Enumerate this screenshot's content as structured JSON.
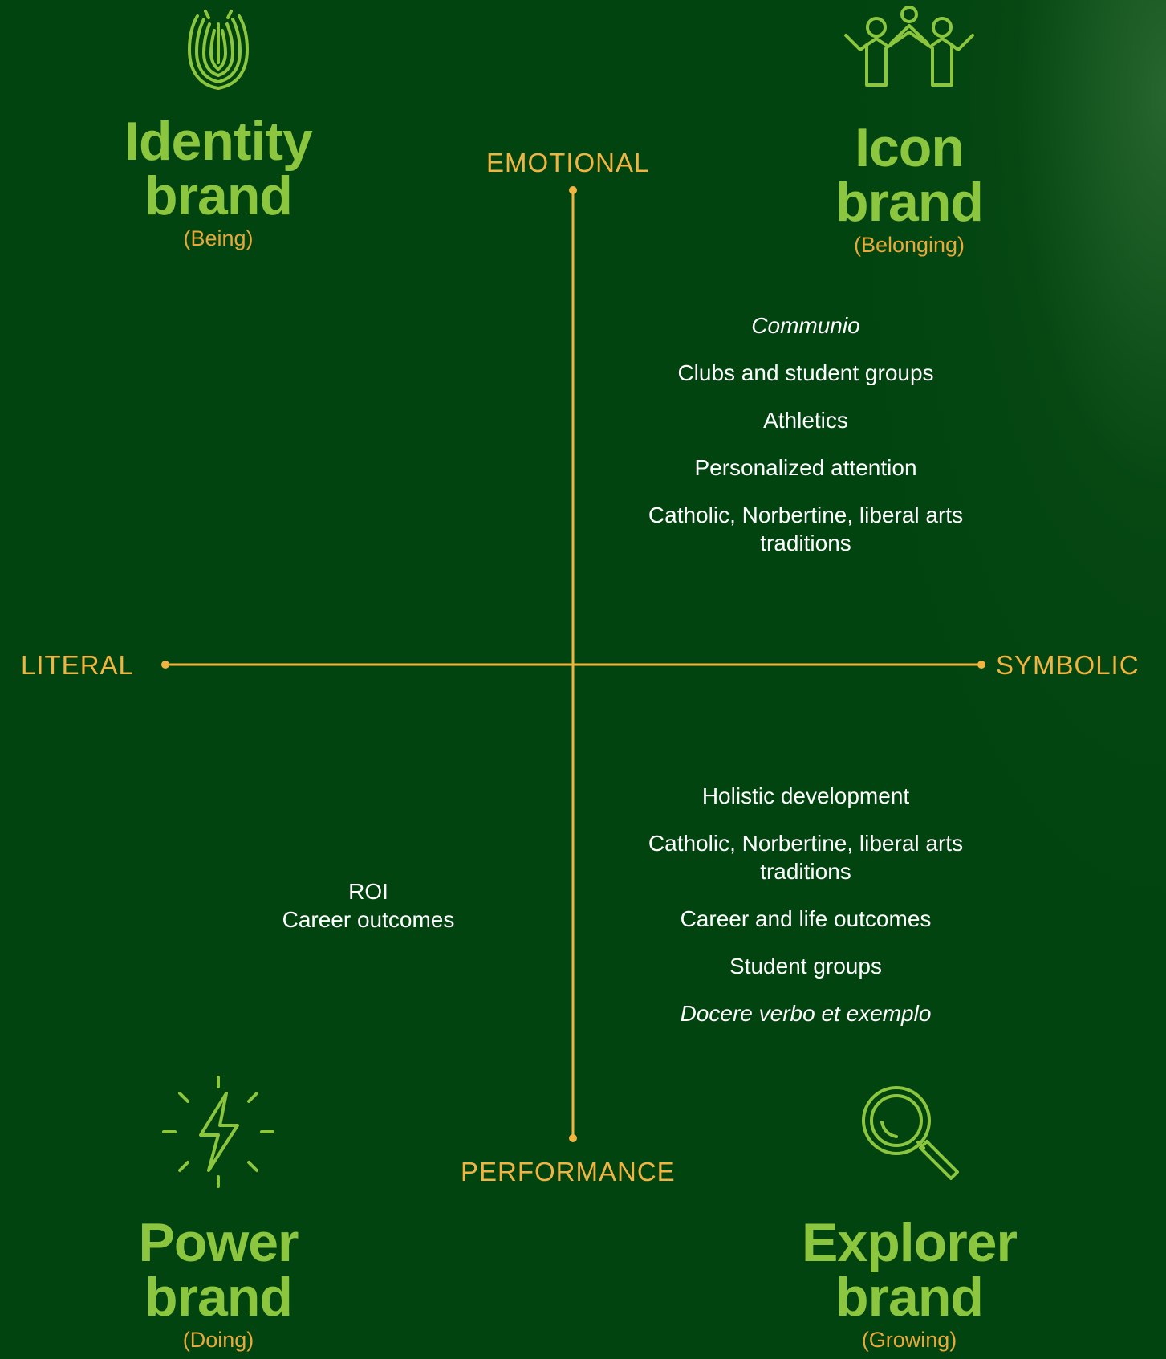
{
  "axes": {
    "top": "EMOTIONAL",
    "bottom": "PERFORMANCE",
    "left": "LITERAL",
    "right": "SYMBOLIC",
    "line_color": "#f2b441"
  },
  "colors": {
    "background": "#014410",
    "title": "#8cc63f",
    "subtitle": "#e8a93a",
    "axis": "#f2b441",
    "text": "#ffffff"
  },
  "quadrants": {
    "identity": {
      "icon": "fingerprint-icon",
      "title_line1": "Identity",
      "title_line2": "brand",
      "subtitle": "(Being)"
    },
    "icon": {
      "icon": "people-group-icon",
      "title_line1": "Icon",
      "title_line2": "brand",
      "subtitle": "(Belonging)"
    },
    "power": {
      "icon": "lightning-bolt-icon",
      "title_line1": "Power",
      "title_line2": "brand",
      "subtitle": "(Doing)"
    },
    "explorer": {
      "icon": "magnifying-glass-icon",
      "title_line1": "Explorer",
      "title_line2": "brand",
      "subtitle": "(Growing)"
    }
  },
  "icon_items": [
    {
      "text": "Communio",
      "italic": true
    },
    {
      "text": "Clubs and student groups",
      "italic": false
    },
    {
      "text": "Athletics",
      "italic": false
    },
    {
      "text": "Personalized attention",
      "italic": false
    },
    {
      "text": "Catholic, Norbertine, liberal arts traditions",
      "italic": false
    }
  ],
  "explorer_items": [
    {
      "text": "Holistic development",
      "italic": false
    },
    {
      "text": "Catholic, Norbertine, liberal arts traditions",
      "italic": false
    },
    {
      "text": "Career and life outcomes",
      "italic": false
    },
    {
      "text": "Student groups",
      "italic": false
    },
    {
      "text": "Docere verbo et exemplo",
      "italic": true
    }
  ],
  "power_items": [
    {
      "text": "ROI"
    },
    {
      "text": "Career outcomes"
    }
  ]
}
